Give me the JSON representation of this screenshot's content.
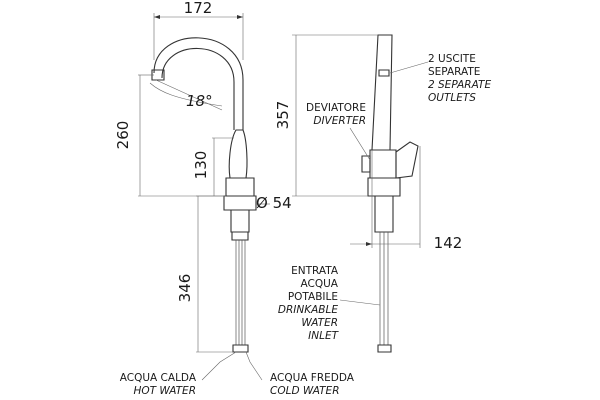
{
  "dimensions": {
    "width_top": "172",
    "angle": "18°",
    "height_total": "260",
    "height_body": "130",
    "diameter": "Ø 54",
    "height_shank": "346",
    "height_side": "357",
    "depth_side": "142"
  },
  "labels": {
    "outlets_it_1": "2 USCITE",
    "outlets_it_2": "SEPARATE",
    "outlets_en_1": "2 SEPARATE",
    "outlets_en_2": "OUTLETS",
    "diverter_it": "DEVIATORE",
    "diverter_en": "DIVERTER",
    "inlet_it_1": "ENTRATA",
    "inlet_it_2": "ACQUA",
    "inlet_it_3": "POTABILE",
    "inlet_en_1": "DRINKABLE",
    "inlet_en_2": "WATER",
    "inlet_en_3": "INLET",
    "hot_it": "ACQUA CALDA",
    "hot_en": "HOT WATER",
    "cold_it": "ACQUA FREDDA",
    "cold_en": "COLD WATER"
  }
}
